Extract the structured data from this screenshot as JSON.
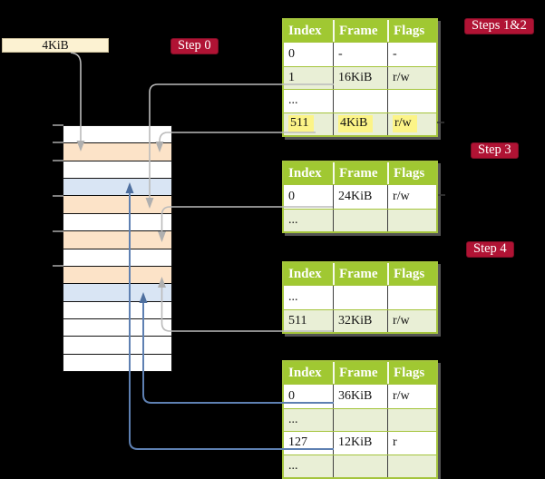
{
  "colors": {
    "background": "#000000",
    "memory_row_white": "#FFFFFF",
    "memory_row_orange": "#FCE3C8",
    "memory_row_blue": "#D9E5F4",
    "table_header_green": "#A0C832",
    "table_row_green": "#E9EFD6",
    "table_border_green": "#A4C43C",
    "highlight_yellow": "#FCF487",
    "badge_red": "#B01334",
    "badge_border_red": "#7E0E26",
    "size_box_cream": "#FCF2D2",
    "arrow_gray": "#BBBBBB",
    "arrow_blue": "#5E80B2"
  },
  "size_box": {
    "label": "4KiB"
  },
  "badges": {
    "step0": {
      "label": "Step 0"
    },
    "steps12": {
      "label": "Steps 1&2"
    },
    "step3": {
      "label": "Step 3"
    },
    "step4": {
      "label": "Step 4"
    }
  },
  "memory_stack": {
    "rows": [
      "white",
      "orange",
      "white",
      "blue",
      "orange",
      "white",
      "orange",
      "white",
      "orange",
      "blue",
      "white",
      "white",
      "white",
      "white"
    ],
    "tick_boundaries": [
      0,
      1,
      2,
      4,
      6,
      8
    ]
  },
  "tables": [
    {
      "title": "page table for steps 1 and 2",
      "columns": [
        "Index",
        "Frame",
        "Flags"
      ],
      "rows": [
        {
          "index": "0",
          "frame": "-",
          "flags": "-"
        },
        {
          "index": "1",
          "frame": "16KiB",
          "flags": "r/w"
        },
        {
          "index": "...",
          "frame": "",
          "flags": ""
        },
        {
          "index": "511",
          "frame": "4KiB",
          "flags": "r/w"
        }
      ]
    },
    {
      "title": "page table for step 3",
      "columns": [
        "Index",
        "Frame",
        "Flags"
      ],
      "rows": [
        {
          "index": "0",
          "frame": "24KiB",
          "flags": "r/w"
        },
        {
          "index": "...",
          "frame": "",
          "flags": ""
        }
      ]
    },
    {
      "title": "page table for step 4 upper",
      "columns": [
        "Index",
        "Frame",
        "Flags"
      ],
      "rows": [
        {
          "index": "...",
          "frame": "",
          "flags": ""
        },
        {
          "index": "511",
          "frame": "32KiB",
          "flags": "r/w"
        }
      ]
    },
    {
      "title": "page table for step 4 lower",
      "columns": [
        "Index",
        "Frame",
        "Flags"
      ],
      "rows": [
        {
          "index": "0",
          "frame": "36KiB",
          "flags": "r/w"
        },
        {
          "index": "...",
          "frame": "",
          "flags": ""
        },
        {
          "index": "127",
          "frame": "12KiB",
          "flags": "r"
        },
        {
          "index": "...",
          "frame": "",
          "flags": ""
        }
      ]
    }
  ]
}
